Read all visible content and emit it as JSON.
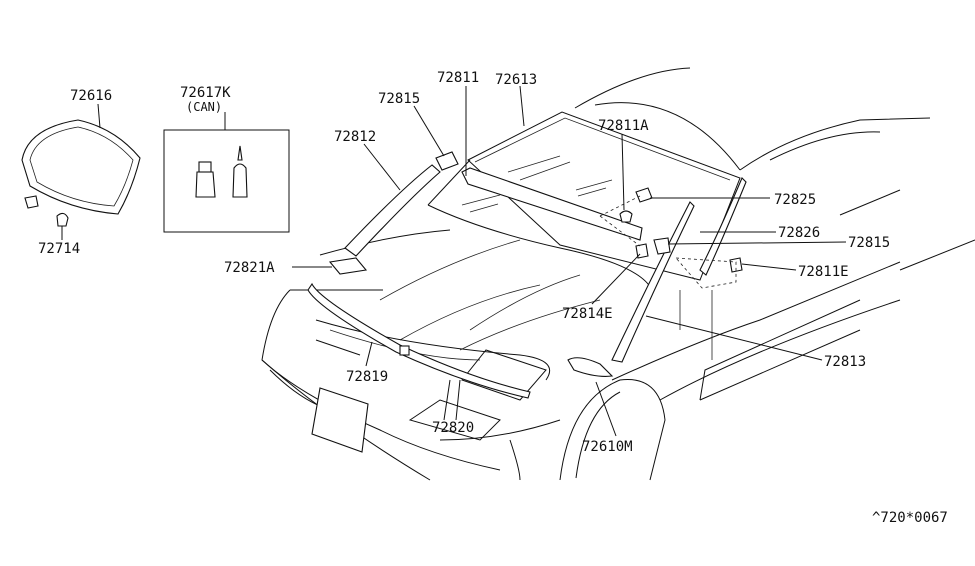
{
  "diagram": {
    "ref_code": "^720*0067",
    "labels": {
      "p72616": "72616",
      "p72617k": "72617K",
      "can": "(CAN)",
      "p72714": "72714",
      "p72815_top": "72815",
      "p72812": "72812",
      "p72811": "72811",
      "p72613": "72613",
      "p72811a": "72811A",
      "p72825": "72825",
      "p72826": "72826",
      "p72815_right": "72815",
      "p72811e": "72811E",
      "p72821a": "72821A",
      "p72814e": "72814E",
      "p72813": "72813",
      "p72819": "72819",
      "p72820": "72820",
      "p72610m": "72610M"
    }
  }
}
